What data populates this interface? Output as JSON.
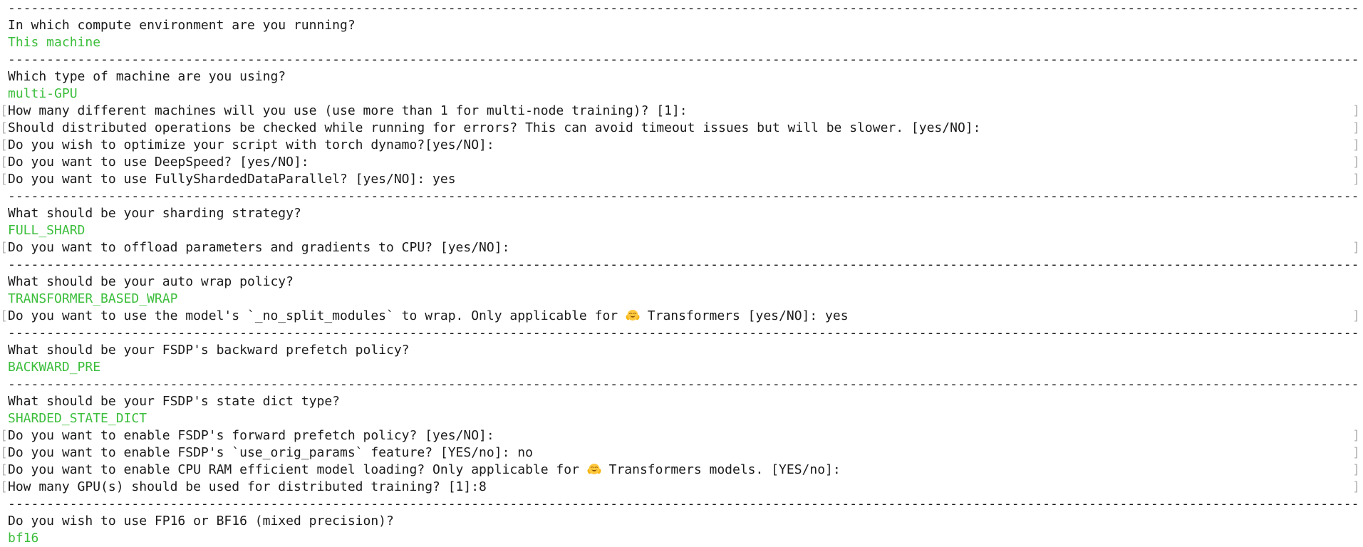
{
  "terminal": {
    "description": "accelerate config CLI questionnaire output",
    "colors": {
      "background": "#ffffff",
      "text": "#1b1b1b",
      "answer_green": "#3cbe3c",
      "bracket_gray": "#b3b3b3"
    },
    "separator_char": "-",
    "separator_count": 175,
    "hf_emoji": "🤗",
    "lines": [
      {
        "type": "separator"
      },
      {
        "type": "question",
        "text": "In which compute environment are you running?"
      },
      {
        "type": "answer",
        "text": "This machine"
      },
      {
        "type": "separator"
      },
      {
        "type": "question",
        "text": "Which type of machine are you using?"
      },
      {
        "type": "answer",
        "text": "multi-GPU"
      },
      {
        "type": "prompt",
        "text": "How many different machines will you use (use more than 1 for multi-node training)? [1]:"
      },
      {
        "type": "prompt",
        "text": "Should distributed operations be checked while running for errors? This can avoid timeout issues but will be slower. [yes/NO]:"
      },
      {
        "type": "prompt",
        "text": "Do you wish to optimize your script with torch dynamo?[yes/NO]:"
      },
      {
        "type": "prompt",
        "text": "Do you want to use DeepSpeed? [yes/NO]:"
      },
      {
        "type": "prompt",
        "text": "Do you want to use FullyShardedDataParallel? [yes/NO]: yes"
      },
      {
        "type": "separator"
      },
      {
        "type": "question",
        "text": "What should be your sharding strategy?"
      },
      {
        "type": "answer",
        "text": "FULL_SHARD"
      },
      {
        "type": "prompt",
        "text": "Do you want to offload parameters and gradients to CPU? [yes/NO]:"
      },
      {
        "type": "separator"
      },
      {
        "type": "question",
        "text": "What should be your auto wrap policy?"
      },
      {
        "type": "answer",
        "text": "TRANSFORMER_BASED_WRAP"
      },
      {
        "type": "prompt",
        "text": "Do you want to use the model's `_no_split_modules` to wrap. Only applicable for 🤗 Transformers [yes/NO]: yes"
      },
      {
        "type": "separator"
      },
      {
        "type": "question",
        "text": "What should be your FSDP's backward prefetch policy?"
      },
      {
        "type": "answer",
        "text": "BACKWARD_PRE"
      },
      {
        "type": "separator"
      },
      {
        "type": "question",
        "text": "What should be your FSDP's state dict type?"
      },
      {
        "type": "answer",
        "text": "SHARDED_STATE_DICT"
      },
      {
        "type": "prompt",
        "text": "Do you want to enable FSDP's forward prefetch policy? [yes/NO]:"
      },
      {
        "type": "prompt",
        "text": "Do you want to enable FSDP's `use_orig_params` feature? [YES/no]: no"
      },
      {
        "type": "prompt",
        "text": "Do you want to enable CPU RAM efficient model loading? Only applicable for 🤗 Transformers models. [YES/no]:"
      },
      {
        "type": "prompt",
        "text": "How many GPU(s) should be used for distributed training? [1]:8"
      },
      {
        "type": "separator"
      },
      {
        "type": "question",
        "text": "Do you wish to use FP16 or BF16 (mixed precision)?"
      },
      {
        "type": "answer",
        "text": "bf16"
      }
    ]
  }
}
